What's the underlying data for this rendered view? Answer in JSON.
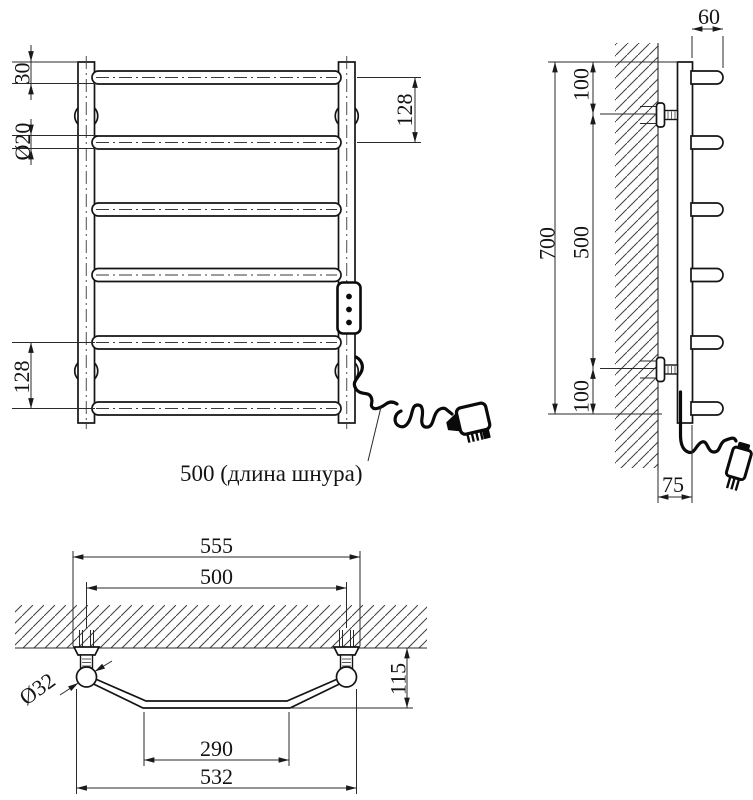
{
  "drawing": {
    "kind": "heated-towel-rail-dimension-drawing",
    "colors": {
      "line": "#141414",
      "dimension": "#2a2a2a",
      "hatch": "#3f3f3f",
      "background": "#ffffff"
    },
    "front_view": {
      "label_top_offset": "30",
      "label_tube_diameter": "Ø20",
      "label_rung_spacing_top": "128",
      "label_rung_spacing_bottom": "128",
      "label_cord_note": "500 (длина шнура)"
    },
    "side_view": {
      "label_rung_end_length": "60",
      "label_top_gap": "100",
      "label_mount_span": "500",
      "label_total_height": "700",
      "label_bottom_gap": "100",
      "label_wall_standoff": "75"
    },
    "top_view": {
      "label_overall_width": "555",
      "label_mount_centers": "500",
      "label_collar_diameter": "Ø32",
      "label_depth": "115",
      "label_flat_section": "290",
      "label_bar_outer_width": "532"
    }
  }
}
